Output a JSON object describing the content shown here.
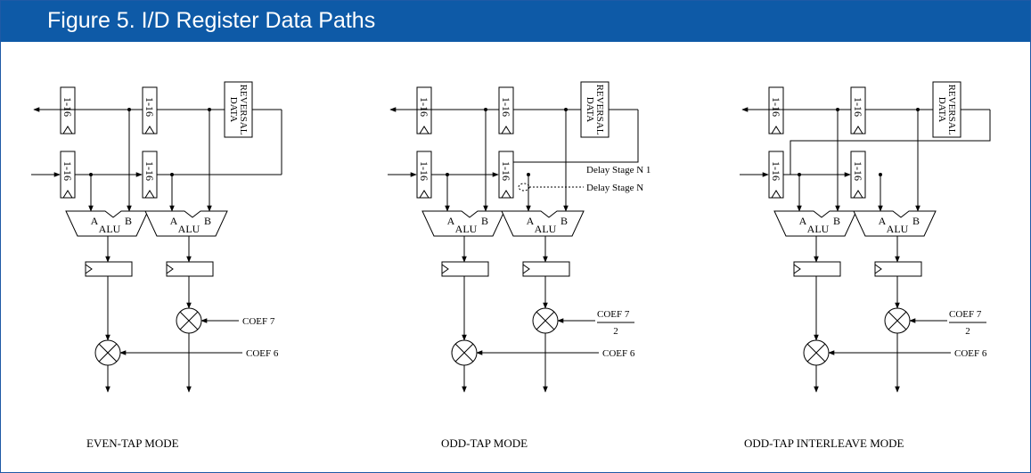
{
  "title": "Figure 5. I/D Register Data Paths",
  "labels": {
    "register_a": "1-16",
    "register_b": "1-16",
    "data_reversal": "DATA REVERSAL",
    "alu": "ALU",
    "port_a": "A",
    "port_b": "B",
    "coef7": "COEF 7",
    "coef7_den": "2",
    "coef6": "COEF 6",
    "delay_n1": "Delay Stage N 1",
    "delay_n": "Delay Stage N"
  },
  "modes": [
    "EVEN-TAP MODE",
    "ODD-TAP MODE",
    "ODD-TAP INTERLEAVE MODE"
  ]
}
